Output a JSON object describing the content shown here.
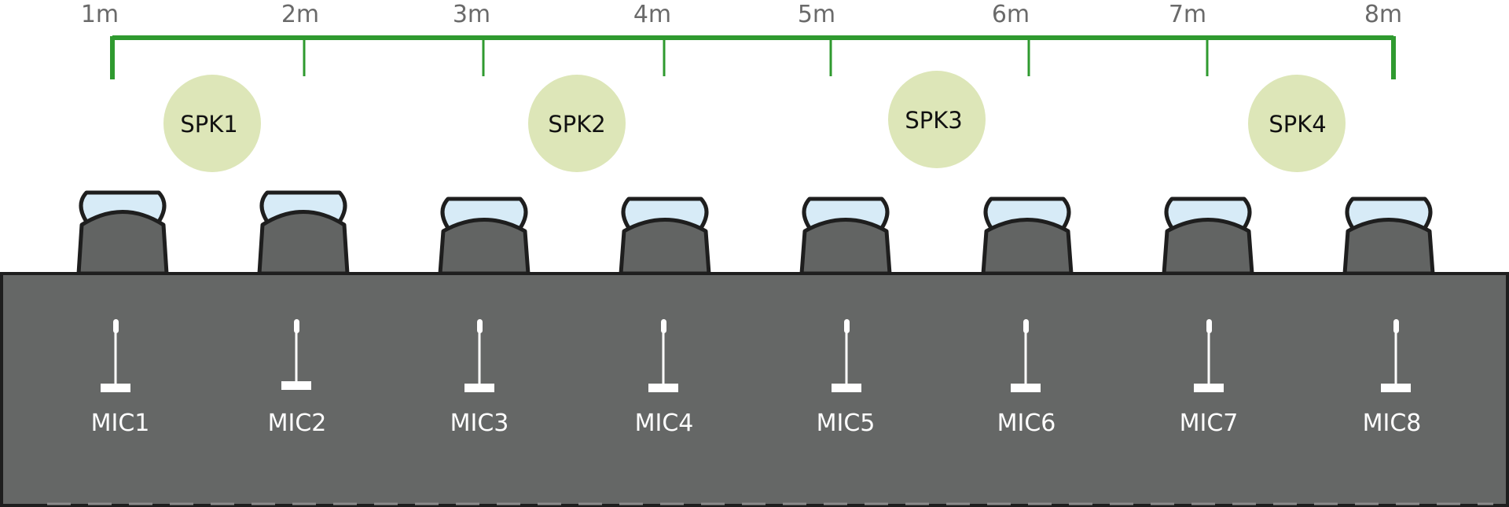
{
  "scale": {
    "labels": [
      "1m",
      "2m",
      "3m",
      "4m",
      "5m",
      "6m",
      "7m",
      "8m"
    ],
    "line_color": "#2f9a2f",
    "label_color": "#6a6a6a"
  },
  "speakers": {
    "labels": [
      "SPK1",
      "SPK2",
      "SPK3",
      "SPK4"
    ],
    "fill_color": "#dde6b8"
  },
  "seats": {
    "count": 8,
    "cushion_color": "#d7ebf7",
    "body_color": "#626463"
  },
  "table": {
    "color": "#656766",
    "outline_color": "#1e1e1e"
  },
  "microphones": {
    "labels": [
      "MIC1",
      "MIC2",
      "MIC3",
      "MIC4",
      "MIC5",
      "MIC6",
      "MIC7",
      "MIC8"
    ],
    "icon": "microphone-stand-icon",
    "color": "#ffffff"
  }
}
